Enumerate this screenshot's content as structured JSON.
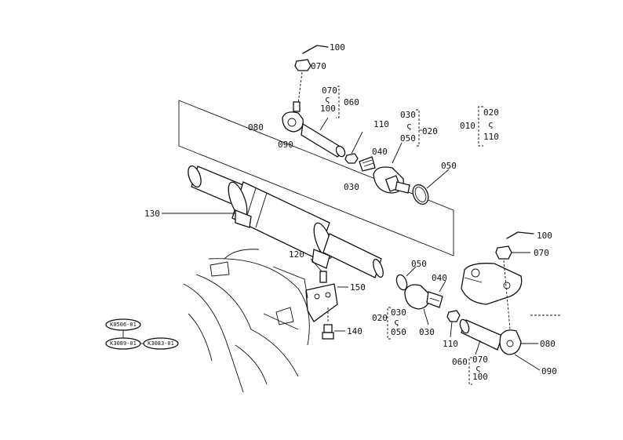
{
  "labels": {
    "p100_top": "100",
    "p070_top": "070",
    "p060_left": "060",
    "p070_left": "070",
    "p100_left": "100",
    "p080_left": "080",
    "p090_left": "090",
    "p110_top": "110",
    "p040_top": "040",
    "p030_top": "030",
    "p030_grp": "030",
    "p050_grp": "050",
    "p020_grp": "020",
    "p050_right": "050",
    "p010": "010",
    "p020_r": "020",
    "p110_r": "110",
    "p130": "130",
    "p120": "120",
    "p150": "150",
    "p140": "140",
    "p050_mid": "050",
    "p040_mid": "040",
    "p020_bot": "020",
    "p030_bot1": "030",
    "p050_bot": "050",
    "p030_bot2": "030",
    "p110_bot": "110",
    "p100_right": "100",
    "p070_right": "070",
    "p080_right": "080",
    "p090_right": "090",
    "p060_bot": "060",
    "p070_bot": "070",
    "p100_bot": "100"
  },
  "ovals": {
    "o1": "K0506-01",
    "o2": "K3089-01",
    "o3": "K3083-01"
  }
}
